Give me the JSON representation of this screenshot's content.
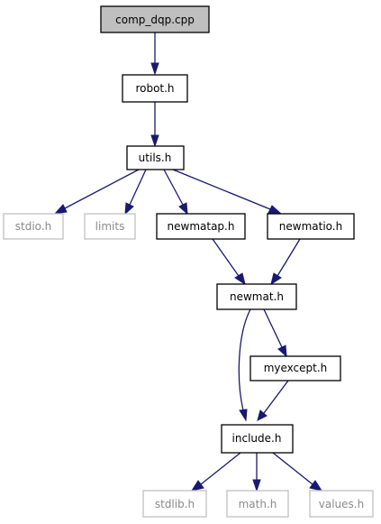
{
  "colors": {
    "root_fill": "#bfbfbf",
    "root_border": "#000000",
    "local_fill": "#ffffff",
    "local_border": "#000000",
    "external_fill": "#ffffff",
    "external_border": "#bfbfbf",
    "edge": "#191970"
  },
  "nodes": {
    "comp_dqp": {
      "label": "comp_dqp.cpp",
      "kind": "root"
    },
    "robot_h": {
      "label": "robot.h",
      "kind": "local"
    },
    "utils_h": {
      "label": "utils.h",
      "kind": "local"
    },
    "stdio_h": {
      "label": "stdio.h",
      "kind": "external"
    },
    "limits": {
      "label": "limits",
      "kind": "external"
    },
    "newmatap_h": {
      "label": "newmatap.h",
      "kind": "local"
    },
    "newmatio_h": {
      "label": "newmatio.h",
      "kind": "local"
    },
    "newmat_h": {
      "label": "newmat.h",
      "kind": "local"
    },
    "myexcept_h": {
      "label": "myexcept.h",
      "kind": "local"
    },
    "include_h": {
      "label": "include.h",
      "kind": "local"
    },
    "stdlib_h": {
      "label": "stdlib.h",
      "kind": "external"
    },
    "math_h": {
      "label": "math.h",
      "kind": "external"
    },
    "values_h": {
      "label": "values.h",
      "kind": "external"
    }
  },
  "edges": [
    {
      "from": "comp_dqp",
      "to": "robot_h"
    },
    {
      "from": "robot_h",
      "to": "utils_h"
    },
    {
      "from": "utils_h",
      "to": "stdio_h"
    },
    {
      "from": "utils_h",
      "to": "limits"
    },
    {
      "from": "utils_h",
      "to": "newmatap_h"
    },
    {
      "from": "utils_h",
      "to": "newmatio_h"
    },
    {
      "from": "newmatap_h",
      "to": "newmat_h"
    },
    {
      "from": "newmatio_h",
      "to": "newmat_h"
    },
    {
      "from": "newmat_h",
      "to": "myexcept_h"
    },
    {
      "from": "newmat_h",
      "to": "include_h"
    },
    {
      "from": "myexcept_h",
      "to": "include_h"
    },
    {
      "from": "include_h",
      "to": "stdlib_h"
    },
    {
      "from": "include_h",
      "to": "math_h"
    },
    {
      "from": "include_h",
      "to": "values_h"
    }
  ]
}
